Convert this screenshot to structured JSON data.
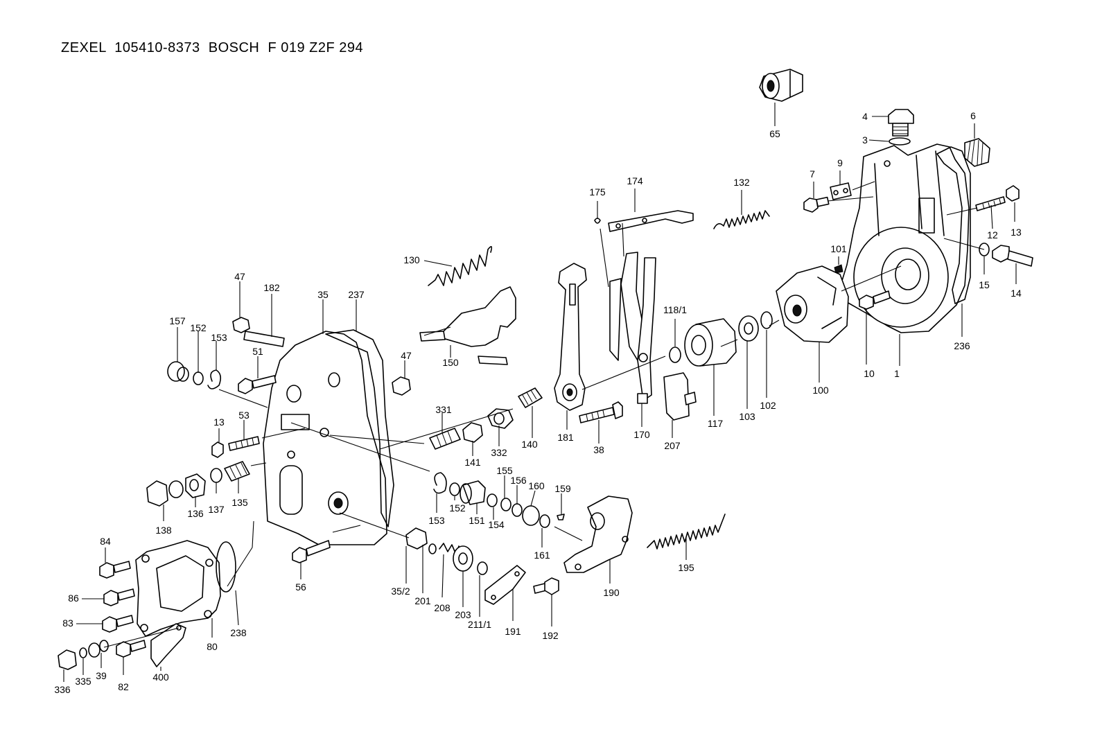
{
  "header": {
    "title": "ZEXEL  105410-8373  BOSCH  F 019 Z2F 294"
  },
  "callouts": [
    {
      "id": "65",
      "label": "65"
    },
    {
      "id": "4",
      "label": "4"
    },
    {
      "id": "6",
      "label": "6"
    },
    {
      "id": "3",
      "label": "3"
    },
    {
      "id": "9",
      "label": "9"
    },
    {
      "id": "7",
      "label": "7"
    },
    {
      "id": "13a",
      "label": "13"
    },
    {
      "id": "12",
      "label": "12"
    },
    {
      "id": "15",
      "label": "15"
    },
    {
      "id": "14",
      "label": "14"
    },
    {
      "id": "101",
      "label": "101"
    },
    {
      "id": "10",
      "label": "10"
    },
    {
      "id": "1",
      "label": "1"
    },
    {
      "id": "236",
      "label": "236"
    },
    {
      "id": "100",
      "label": "100"
    },
    {
      "id": "102",
      "label": "102"
    },
    {
      "id": "103",
      "label": "103"
    },
    {
      "id": "117",
      "label": "117"
    },
    {
      "id": "118_1",
      "label": "118/1"
    },
    {
      "id": "132",
      "label": "132"
    },
    {
      "id": "174",
      "label": "174"
    },
    {
      "id": "175",
      "label": "175"
    },
    {
      "id": "170",
      "label": "170"
    },
    {
      "id": "207",
      "label": "207"
    },
    {
      "id": "181",
      "label": "181"
    },
    {
      "id": "38",
      "label": "38"
    },
    {
      "id": "130",
      "label": "130"
    },
    {
      "id": "150",
      "label": "150"
    },
    {
      "id": "140",
      "label": "140"
    },
    {
      "id": "332",
      "label": "332"
    },
    {
      "id": "331",
      "label": "331"
    },
    {
      "id": "141",
      "label": "141"
    },
    {
      "id": "47a",
      "label": "47"
    },
    {
      "id": "47b",
      "label": "47"
    },
    {
      "id": "182",
      "label": "182"
    },
    {
      "id": "35",
      "label": "35"
    },
    {
      "id": "237",
      "label": "237"
    },
    {
      "id": "157",
      "label": "157"
    },
    {
      "id": "152a",
      "label": "152"
    },
    {
      "id": "153a",
      "label": "153"
    },
    {
      "id": "51",
      "label": "51"
    },
    {
      "id": "13b",
      "label": "13"
    },
    {
      "id": "53",
      "label": "53"
    },
    {
      "id": "138",
      "label": "138"
    },
    {
      "id": "136",
      "label": "136"
    },
    {
      "id": "137",
      "label": "137"
    },
    {
      "id": "135",
      "label": "135"
    },
    {
      "id": "153b",
      "label": "153"
    },
    {
      "id": "152b",
      "label": "152"
    },
    {
      "id": "151",
      "label": "151"
    },
    {
      "id": "154",
      "label": "154"
    },
    {
      "id": "155",
      "label": "155"
    },
    {
      "id": "156",
      "label": "156"
    },
    {
      "id": "160",
      "label": "160"
    },
    {
      "id": "159",
      "label": "159"
    },
    {
      "id": "161",
      "label": "161"
    },
    {
      "id": "190",
      "label": "190"
    },
    {
      "id": "195",
      "label": "195"
    },
    {
      "id": "84",
      "label": "84"
    },
    {
      "id": "86",
      "label": "86"
    },
    {
      "id": "83",
      "label": "83"
    },
    {
      "id": "336",
      "label": "336"
    },
    {
      "id": "335",
      "label": "335"
    },
    {
      "id": "39",
      "label": "39"
    },
    {
      "id": "82",
      "label": "82"
    },
    {
      "id": "400",
      "label": "400"
    },
    {
      "id": "80",
      "label": "80"
    },
    {
      "id": "238",
      "label": "238"
    },
    {
      "id": "56",
      "label": "56"
    },
    {
      "id": "35_2",
      "label": "35/2"
    },
    {
      "id": "201",
      "label": "201"
    },
    {
      "id": "208",
      "label": "208"
    },
    {
      "id": "203",
      "label": "203"
    },
    {
      "id": "211_1",
      "label": "211/1"
    },
    {
      "id": "191",
      "label": "191"
    },
    {
      "id": "192",
      "label": "192"
    }
  ]
}
